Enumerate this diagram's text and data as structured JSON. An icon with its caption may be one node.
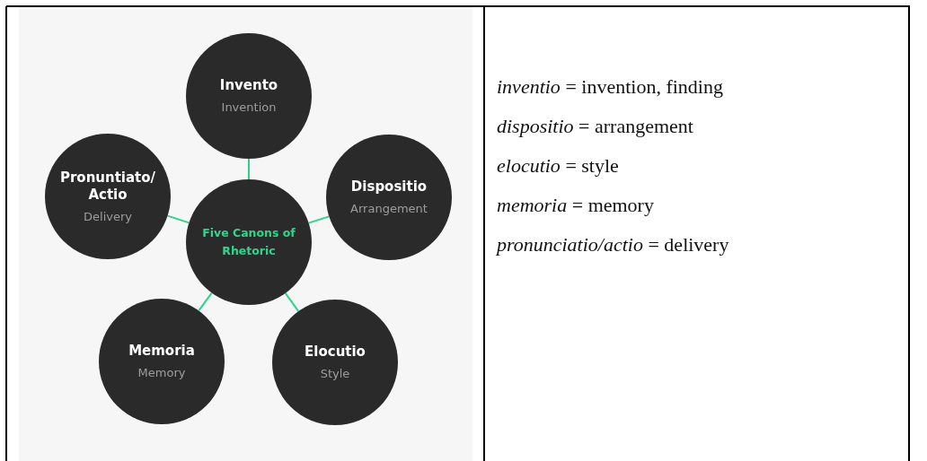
{
  "diagram": {
    "nodes": [
      {
        "text": [
          "Invento",
          "Invention"
        ]
      },
      {
        "text": [
          "Pronuntiato/ Actio",
          "Delivery"
        ]
      },
      {
        "text": [
          "Five Canons of Rhetoric"
        ]
      },
      {
        "text": [
          "Dispositio",
          "Arrangement"
        ]
      },
      {
        "text": [
          "Memoria",
          "Memory"
        ]
      },
      {
        "text": [
          "Elocutio",
          "Style"
        ]
      }
    ],
    "edges": [
      {
        "from": 2,
        "to": 0,
        "arrow": "none"
      },
      {
        "from": 2,
        "to": 1,
        "arrow": "none"
      },
      {
        "from": 2,
        "to": 3,
        "arrow": "none"
      },
      {
        "from": 2,
        "to": 4,
        "arrow": "none"
      },
      {
        "from": 2,
        "to": 5,
        "arrow": "none"
      }
    ],
    "labels": [
      "*inventio* = invention, finding",
      "*dispositio* = arrangement",
      "*elocutio* = style",
      "*memoria* = memory",
      "*pronunciatio/actio* = delivery"
    ]
  }
}
